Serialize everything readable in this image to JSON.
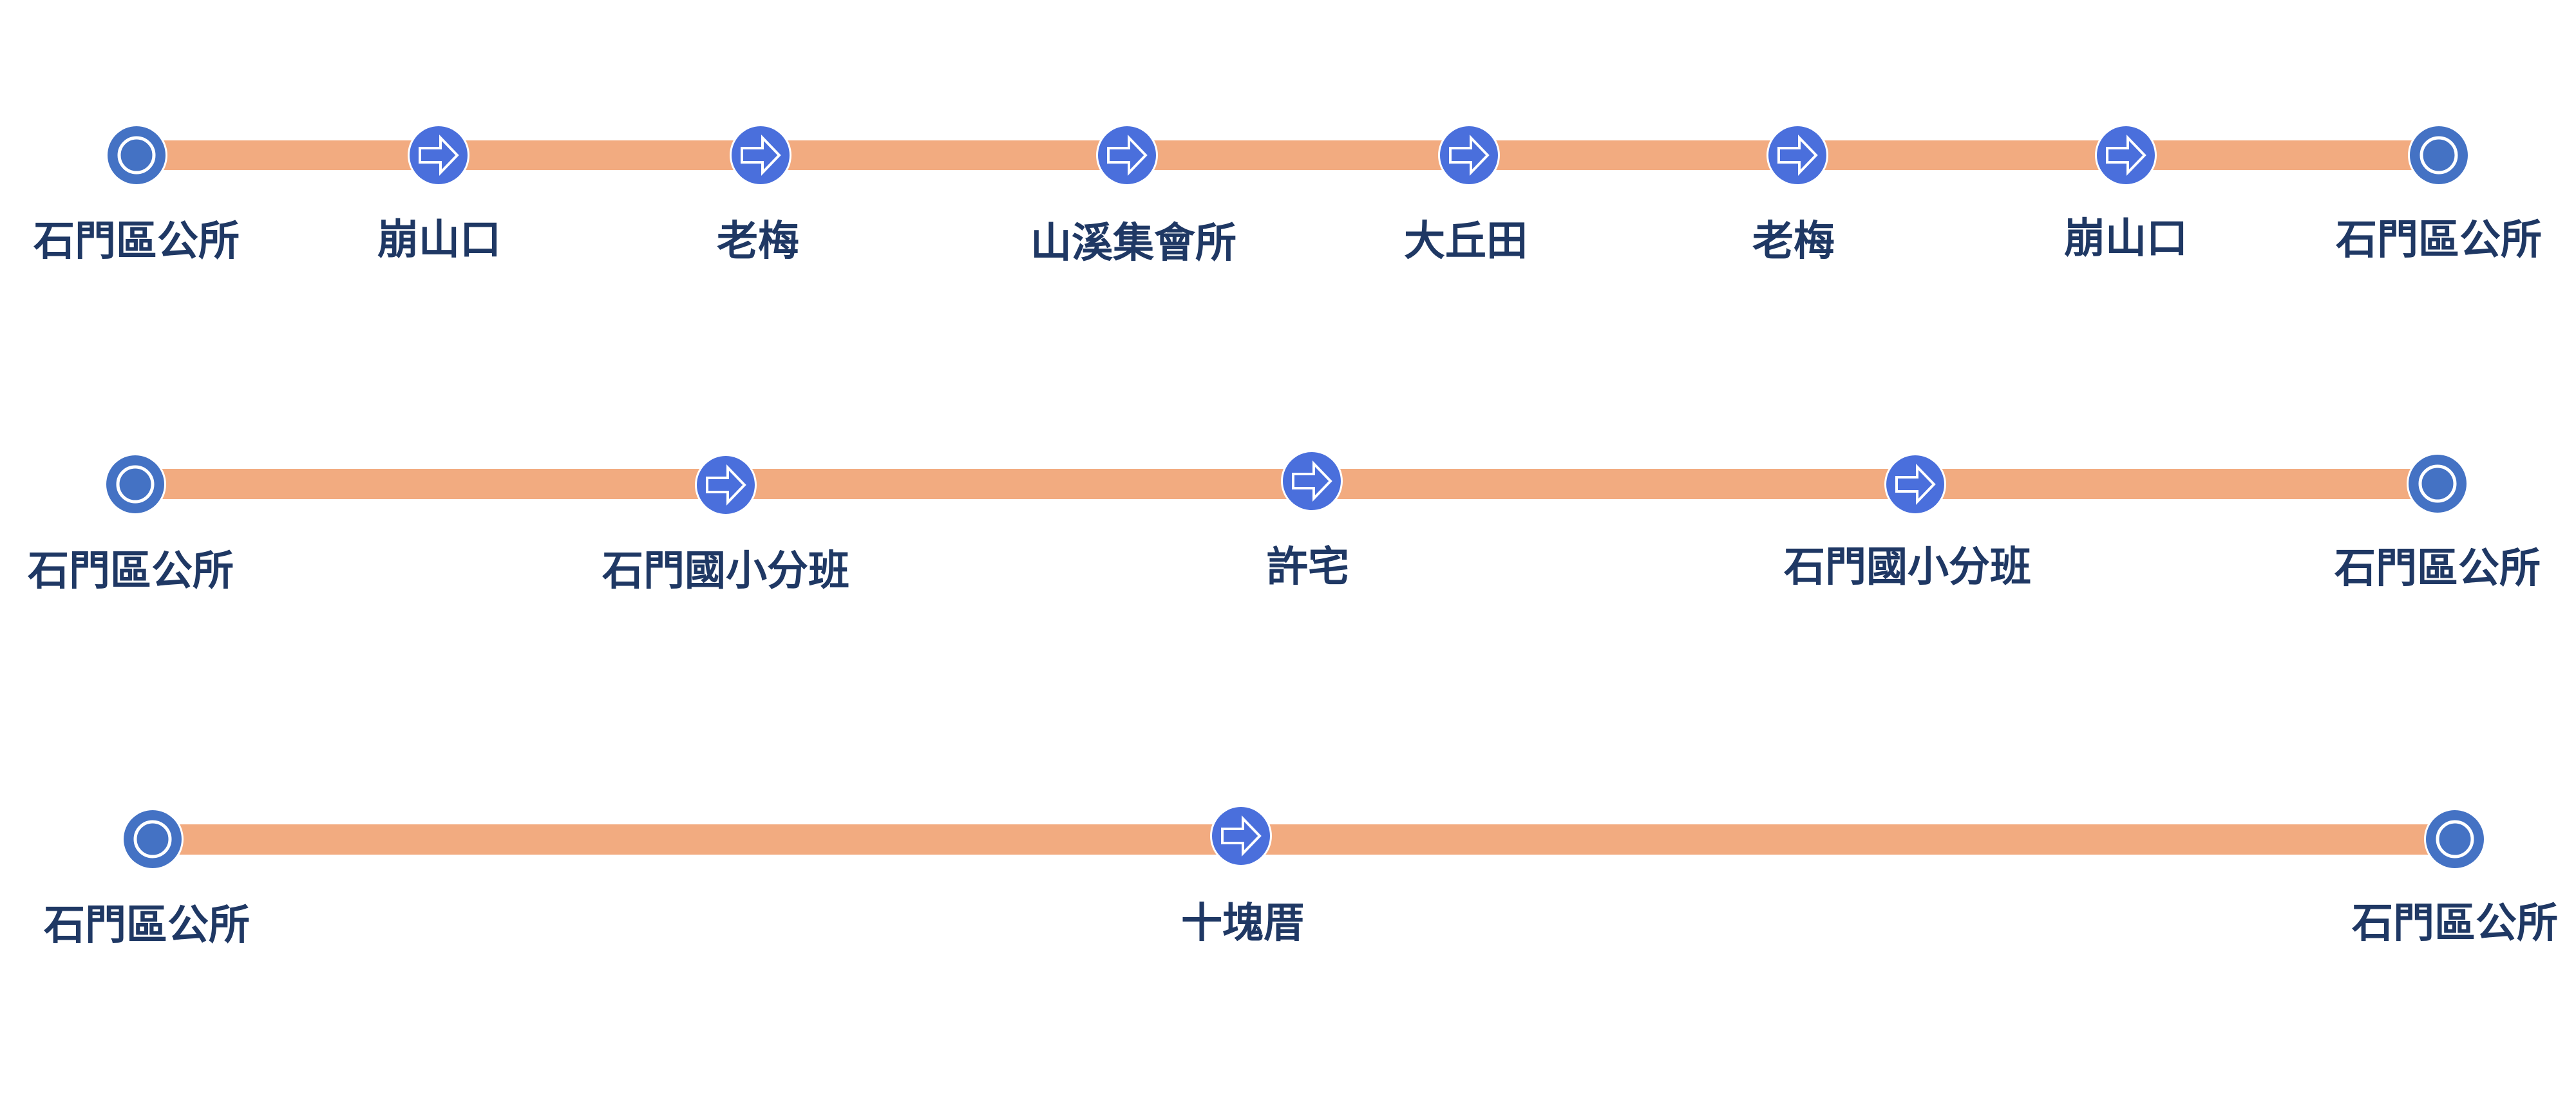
{
  "colors": {
    "line": "#f2ab80",
    "terminal_circle": "#4472c4",
    "arrow_circle": "#4a6fdc",
    "icon_stroke": "#ffffff",
    "label_text": "#1f3864"
  },
  "routes": [
    {
      "name": "route-1",
      "stops": [
        {
          "label": "石門區公所",
          "type": "terminal",
          "icon": "ring-icon"
        },
        {
          "label": "崩山口",
          "type": "via",
          "icon": "arrow-right-icon"
        },
        {
          "label": "老梅",
          "type": "via",
          "icon": "arrow-right-icon"
        },
        {
          "label": "山溪集會所",
          "type": "via",
          "icon": "arrow-right-icon"
        },
        {
          "label": "大丘田",
          "type": "via",
          "icon": "arrow-right-icon"
        },
        {
          "label": "老梅",
          "type": "via",
          "icon": "arrow-right-icon"
        },
        {
          "label": "崩山口",
          "type": "via",
          "icon": "arrow-right-icon"
        },
        {
          "label": "石門區公所",
          "type": "terminal",
          "icon": "ring-icon"
        }
      ]
    },
    {
      "name": "route-2",
      "stops": [
        {
          "label": "石門區公所",
          "type": "terminal",
          "icon": "ring-icon"
        },
        {
          "label": "石門國小分班",
          "type": "via",
          "icon": "arrow-right-icon"
        },
        {
          "label": "許宅",
          "type": "via",
          "icon": "arrow-right-icon"
        },
        {
          "label": "石門國小分班",
          "type": "via",
          "icon": "arrow-right-icon"
        },
        {
          "label": "石門區公所",
          "type": "terminal",
          "icon": "ring-icon"
        }
      ]
    },
    {
      "name": "route-3",
      "stops": [
        {
          "label": "石門區公所",
          "type": "terminal",
          "icon": "ring-icon"
        },
        {
          "label": "十塊厝",
          "type": "via",
          "icon": "arrow-right-icon"
        },
        {
          "label": "石門區公所",
          "type": "terminal",
          "icon": "ring-icon"
        }
      ]
    }
  ]
}
